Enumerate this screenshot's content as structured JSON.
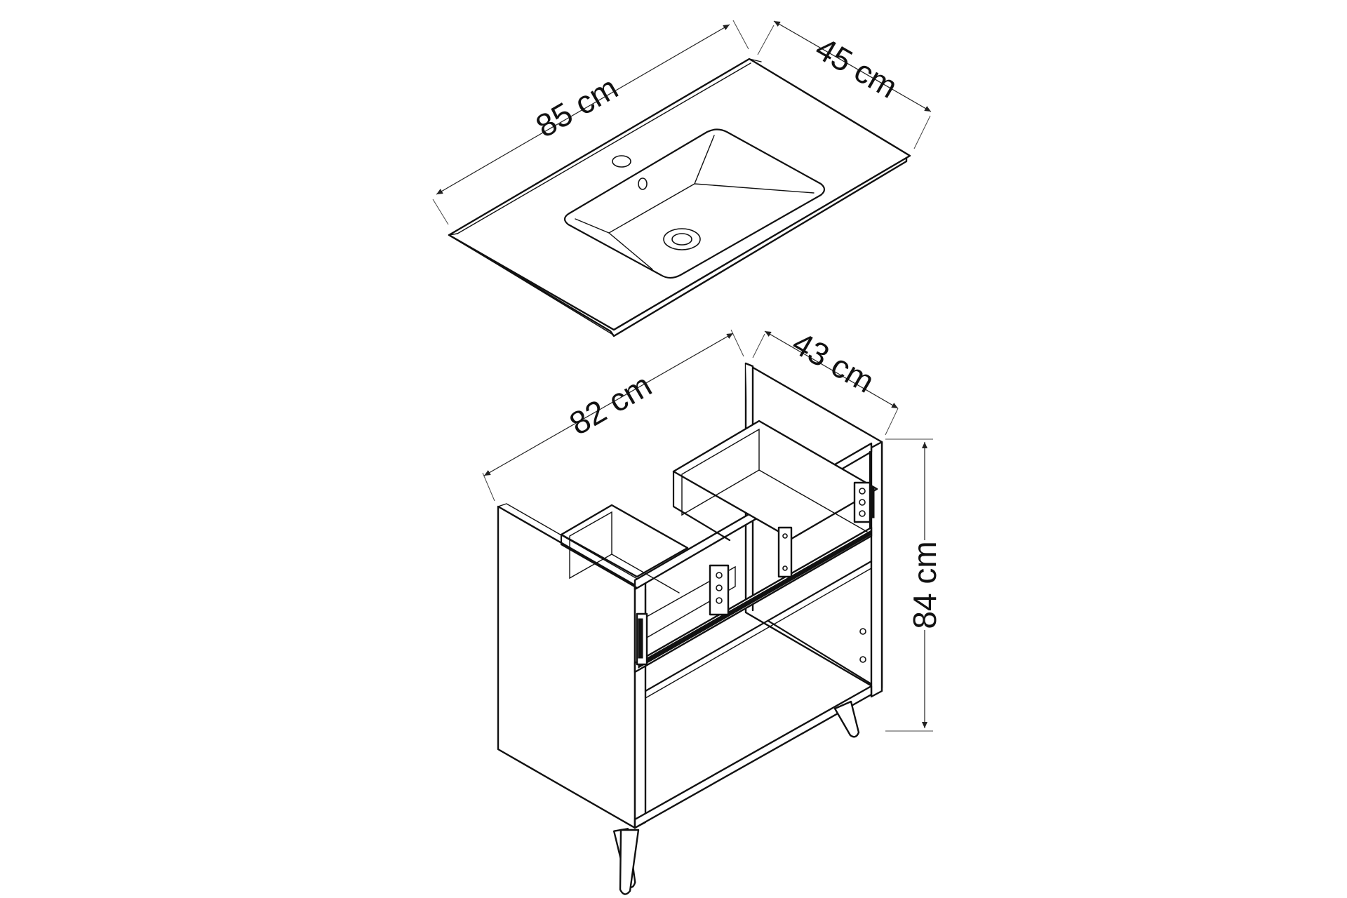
{
  "sink_top": {
    "width_label": "85 cm",
    "depth_label": "45 cm"
  },
  "cabinet": {
    "width_label": "82 cm",
    "depth_label": "43 cm",
    "height_label": "84 cm"
  }
}
